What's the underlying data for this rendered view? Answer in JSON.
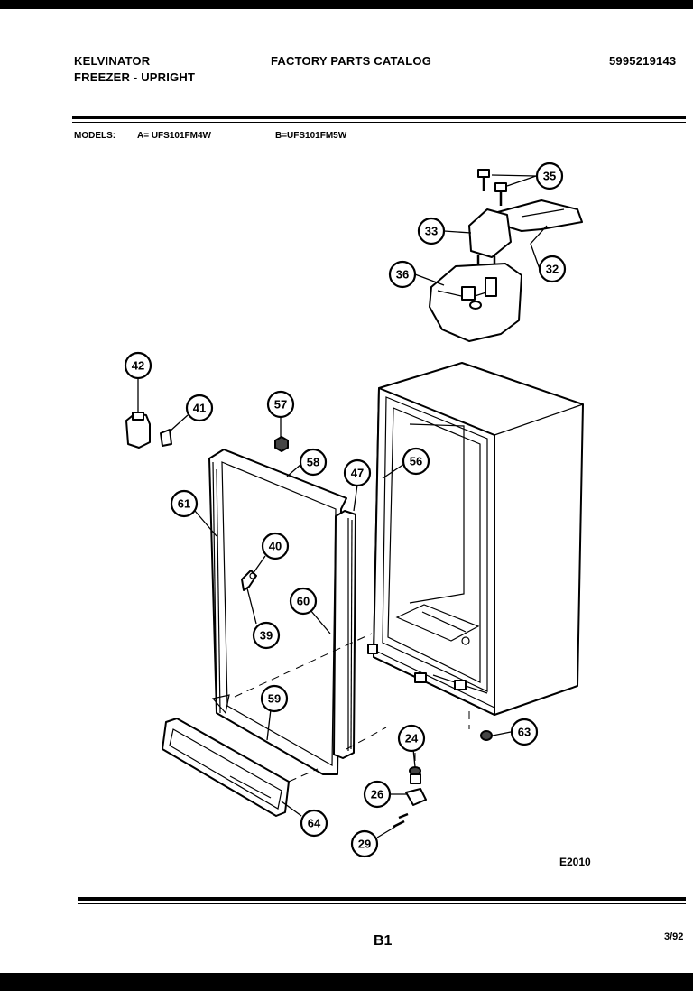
{
  "header": {
    "brand": "KELVINATOR",
    "product": "FREEZER - UPRIGHT",
    "title": "FACTORY PARTS CATALOG",
    "catalog_number": "5995219143"
  },
  "models": {
    "label": "MODELS:",
    "model_a": "A= UFS101FM4W",
    "model_b": "B=UFS101FM5W"
  },
  "diagram": {
    "figure_code": "E2010",
    "callouts": [
      "35",
      "33",
      "32",
      "36",
      "42",
      "41",
      "57",
      "58",
      "47",
      "56",
      "61",
      "40",
      "60",
      "39",
      "59",
      "24",
      "63",
      "26",
      "64",
      "29"
    ]
  },
  "footer": {
    "page": "B1",
    "date": "3/92"
  }
}
